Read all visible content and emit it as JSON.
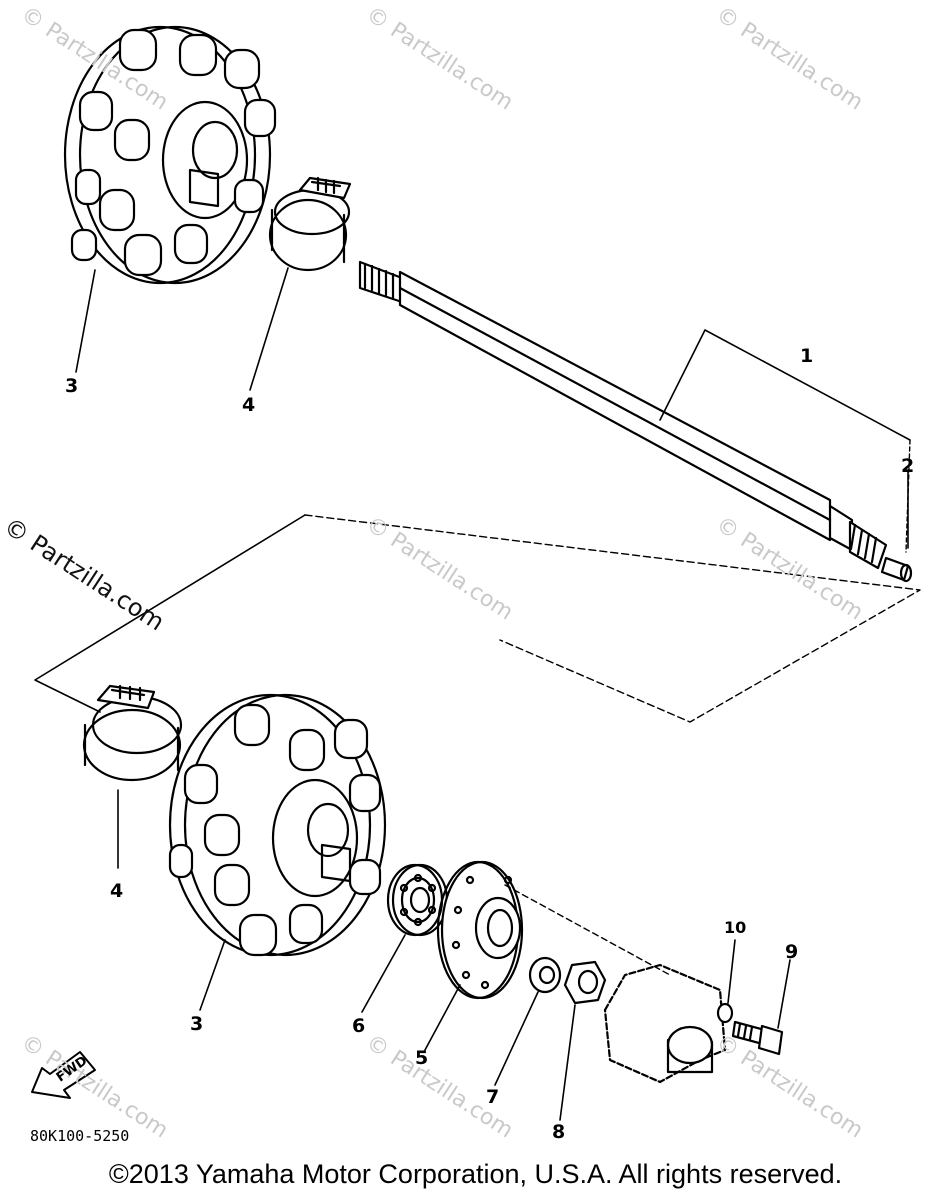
{
  "watermark": "© Partzilla.com",
  "callouts": {
    "c1": "1",
    "c2": "2",
    "c3_top": "3",
    "c4_top": "4",
    "c4_bottom": "4",
    "c3_bottom": "3",
    "c6": "6",
    "c5": "5",
    "c7": "7",
    "c8": "8",
    "c10": "10",
    "c9": "9"
  },
  "fwd_label": "FWD",
  "diagram_code": "80K100-5250",
  "copyright": "©2013  Yamaha Motor Corporation, U.S.A. All rights reserved."
}
